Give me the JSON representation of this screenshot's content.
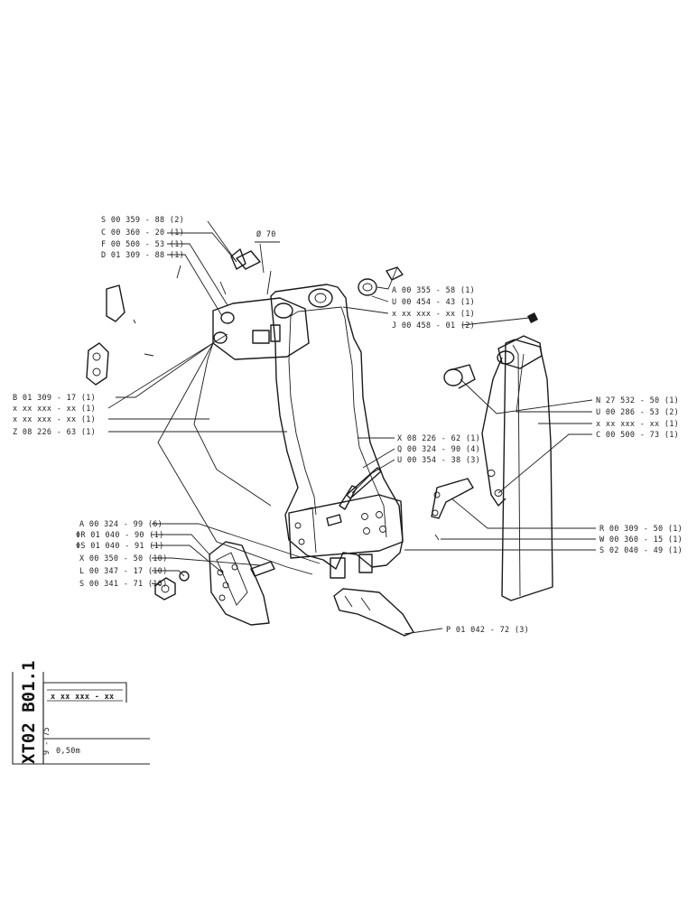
{
  "callouts": {
    "s00359": "S 00 359 - 88 (2)",
    "c00360": "C 00 360 - 20 (1)",
    "f00500": "F 00 500 - 53 (1)",
    "d01309": "D 01 309 - 88 (1)",
    "dia": "Ø 70",
    "a00355": "A 00 355 - 58 (1)",
    "u00454": "U 00 454 - 43 (1)",
    "xxx1": "x xx xxx - xx (1)",
    "j00458": "J 00 458 - 01 (2)",
    "b01309": "B 01 309 - 17 (1)",
    "xxx2": "x xx xxx - xx (1)",
    "xxx3": "x xx xxx - xx (1)",
    "z08226": "Z 08 226 - 63 (1)",
    "n27532": "N 27 532 - 50 (1)",
    "u00286": "U 00 286 - 53 (2)",
    "xxx4": "x xx xxx - xx (1)",
    "c00500": "C 00 500 - 73 (1)",
    "x08226": "X 08 226 - 62 (1)",
    "q00324": "Q 00 324 - 90 (4)",
    "u00354": "U 00 354 - 38 (3)",
    "a00324": "A 00 324 - 99 (6)",
    "r01040": "ΦR 01 040 - 90 (1)",
    "s01040": "ΦS 01 040 - 91 (1)",
    "x00350": "X 00 350 - 50 (10)",
    "l00347": "L 00 347 - 17 (10)",
    "s00341": "S 00 341 - 71 (10)",
    "r00309": "R 00 309 - 50 (1)",
    "w00360": "W 00 360 - 15 (1)",
    "s02040": "S 02 040 - 49 (1)",
    "p01042": "P 01 042 - 72 (3)"
  },
  "title_block": {
    "code": "XT02 B01.1",
    "date": "9 - 75",
    "part_no": "x xx xxx - xx",
    "description": "0,50m"
  }
}
